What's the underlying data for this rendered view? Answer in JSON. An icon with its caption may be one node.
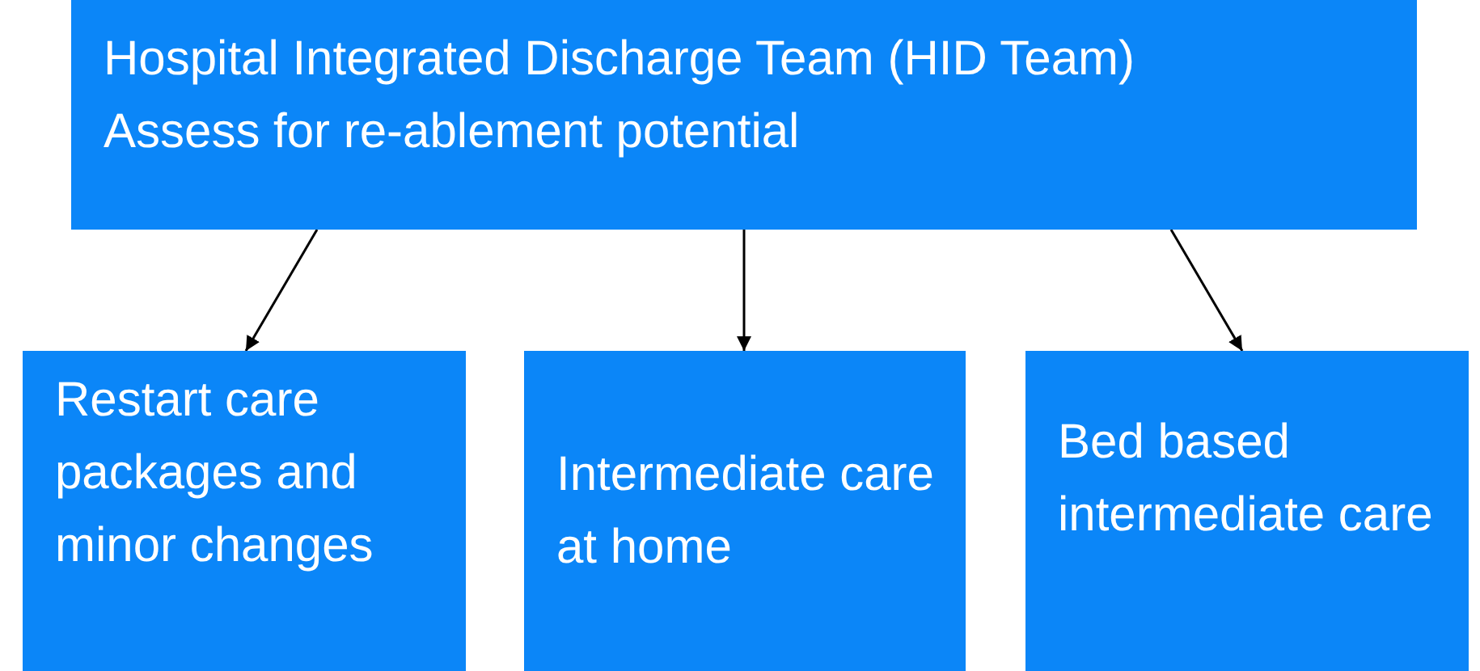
{
  "diagram": {
    "nodes": [
      {
        "text": [
          "Hospital Integrated Discharge Team (HID Team)",
          "Assess for re-ablement potential"
        ]
      },
      {
        "text": [
          "Restart care packages and minor changes"
        ]
      },
      {
        "text": [
          "Intermediate care at home"
        ]
      },
      {
        "text": [
          "Bed based intermediate care"
        ]
      }
    ],
    "edges": [
      {
        "from": 0,
        "to": 1,
        "arrow": "to"
      },
      {
        "from": 0,
        "to": 2,
        "arrow": "to"
      },
      {
        "from": 0,
        "to": 3,
        "arrow": "to"
      }
    ]
  }
}
